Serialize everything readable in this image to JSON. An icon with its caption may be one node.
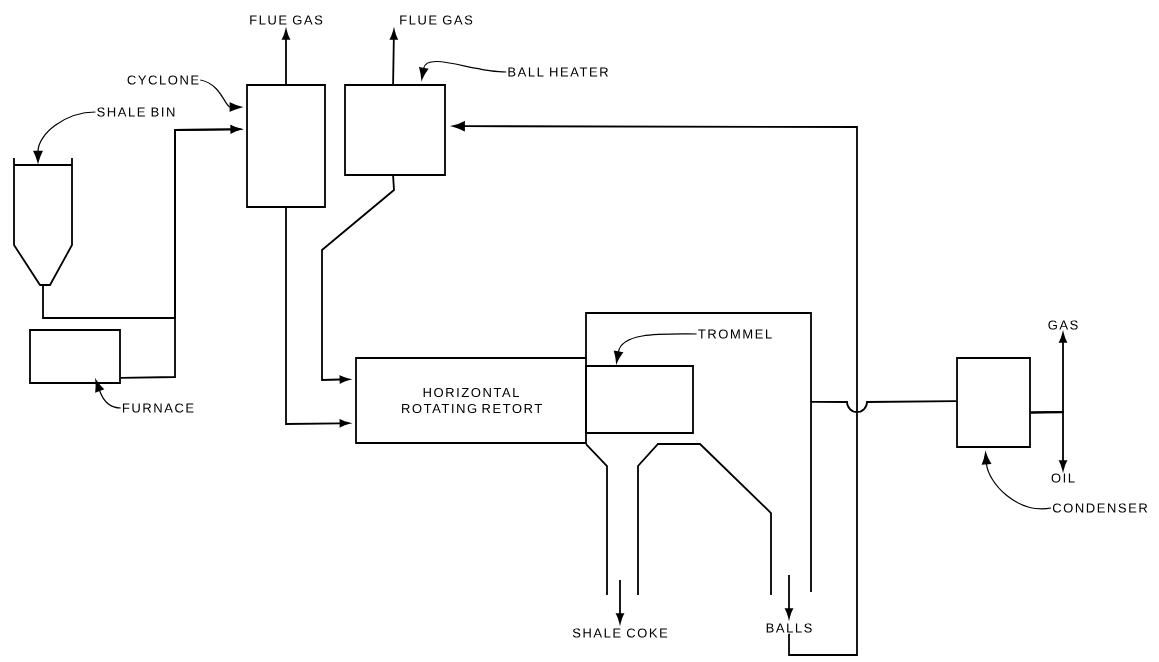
{
  "diagram": {
    "nodes": [
      {
        "text": [
          "SHALE BIN"
        ]
      },
      {
        "text": [],
        "shape": "picture"
      },
      {
        "text": [
          "FURNACE"
        ]
      },
      {
        "text": [],
        "shape": "box"
      },
      {
        "text": [
          "CYCLONE"
        ]
      },
      {
        "text": [],
        "shape": "box"
      },
      {
        "text": [
          "BALL HEATER"
        ]
      },
      {
        "text": [],
        "shape": "box"
      },
      {
        "text": [
          "FLUE GAS"
        ]
      },
      {
        "text": [
          "FLUE GAS"
        ]
      },
      {
        "text": [
          "HORIZONTAL ROTATING RETORT"
        ]
      },
      {
        "text": [
          "TROMMEL"
        ],
        "in": 12
      },
      {
        "text": [],
        "shape": "picture"
      },
      {
        "text": [],
        "shape": "box",
        "in": 12
      },
      {
        "text": [
          "SHALE COKE"
        ]
      },
      {
        "text": [
          "BALLS"
        ]
      },
      {
        "text": [],
        "shape": "box"
      },
      {
        "text": [
          "CONDENSER"
        ]
      },
      {
        "text": [
          "GAS"
        ]
      },
      {
        "text": [
          "OIL"
        ]
      }
    ],
    "edges": [
      {
        "from": 0,
        "to": 1,
        "arrow": "to"
      },
      {
        "from": 2,
        "to": 3,
        "arrow": "to"
      },
      {
        "from": 4,
        "to": 5,
        "arrow": "to"
      },
      {
        "from": 6,
        "to": 7,
        "arrow": "to"
      },
      {
        "from": 11,
        "to": 13,
        "arrow": "to"
      },
      {
        "from": 17,
        "to": 16,
        "arrow": "to"
      },
      {
        "from": 1,
        "to": 5,
        "arrow": "to"
      },
      {
        "from": 3,
        "to": 5,
        "arrow": "to"
      },
      {
        "from": 5,
        "to": 8,
        "arrow": "to"
      },
      {
        "from": 7,
        "to": 9,
        "arrow": "to"
      },
      {
        "from": 5,
        "to": 10,
        "arrow": "to"
      },
      {
        "from": 7,
        "to": 10,
        "arrow": "to"
      },
      {
        "from": 15,
        "to": 7,
        "arrow": "to"
      },
      {
        "from": 12,
        "to": 16,
        "arrow": "none"
      },
      {
        "from": 16,
        "to": 18,
        "arrow": "to"
      },
      {
        "from": 16,
        "to": 19,
        "arrow": "to"
      },
      {
        "from": null,
        "to": 14,
        "arrow": "to"
      },
      {
        "from": null,
        "to": 15,
        "arrow": "to"
      }
    ]
  }
}
